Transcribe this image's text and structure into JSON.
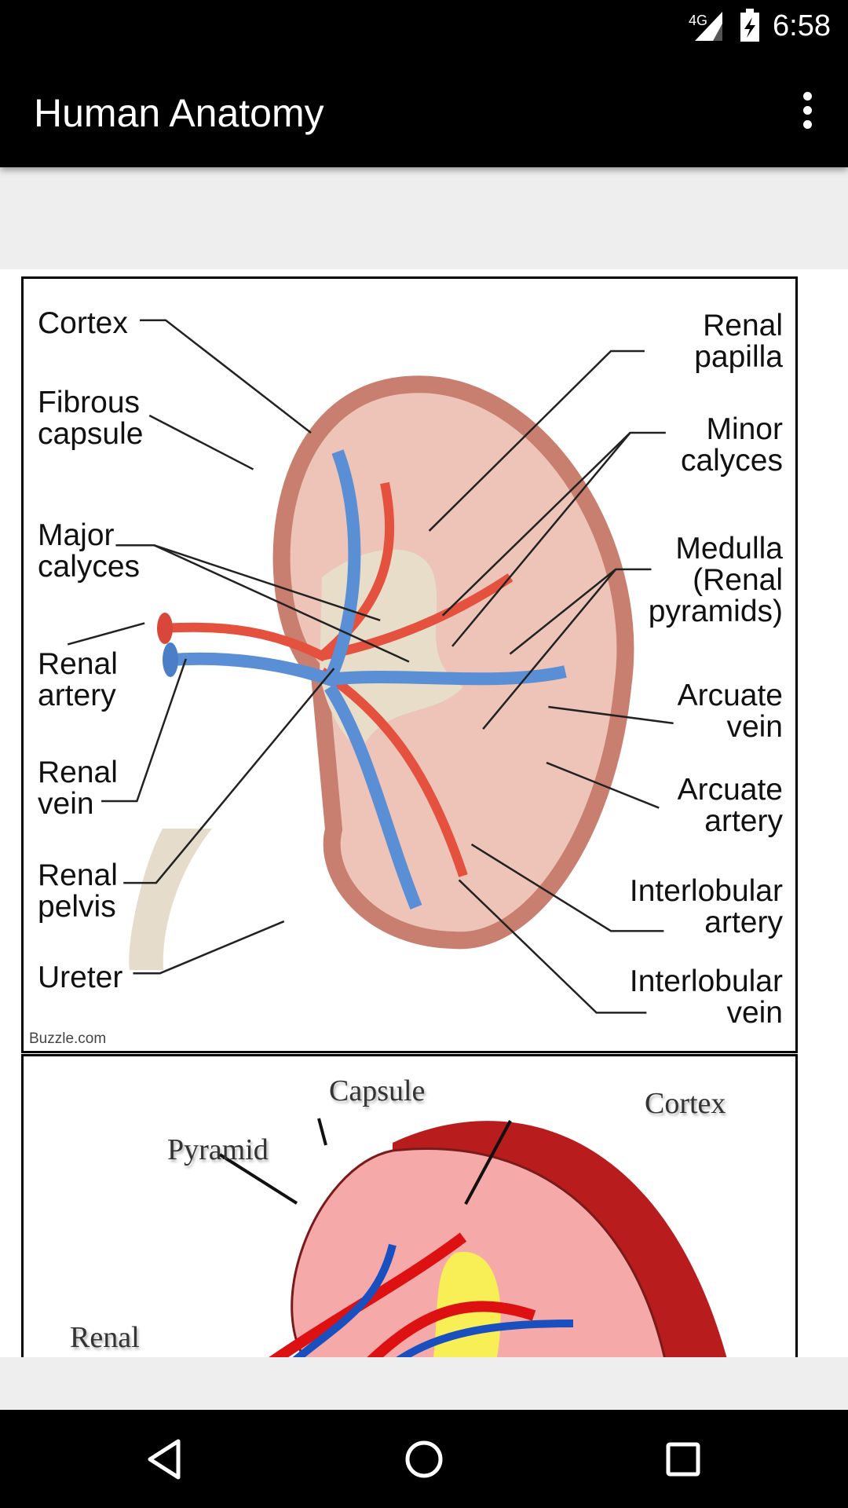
{
  "status_bar": {
    "network": "4G",
    "time": "6:58",
    "icons": [
      "signal-icon",
      "battery-charging-icon"
    ]
  },
  "app_bar": {
    "title": "Human Anatomy",
    "menu_icon": "more-vert-icon"
  },
  "diagram1": {
    "labels_left": [
      "Cortex",
      "Fibrous\ncapsule",
      "Major\ncalyces",
      "Renal\nartery",
      "Renal\nvein",
      "Renal\npelvis",
      "Ureter"
    ],
    "labels_right": [
      "Renal\npapilla",
      "Minor\ncalyces",
      "Medulla\n(Renal\npyramids)",
      "Arcuate\nvein",
      "Arcuate\nartery",
      "Interlobular\nartery",
      "Interlobular\nvein"
    ],
    "credit": "Buzzle.com"
  },
  "diagram2": {
    "labels": [
      "Capsule",
      "Pyramid",
      "Cortex",
      "Renal"
    ]
  },
  "nav_bar": {
    "icons": [
      "back-icon",
      "home-icon",
      "recents-icon"
    ]
  }
}
